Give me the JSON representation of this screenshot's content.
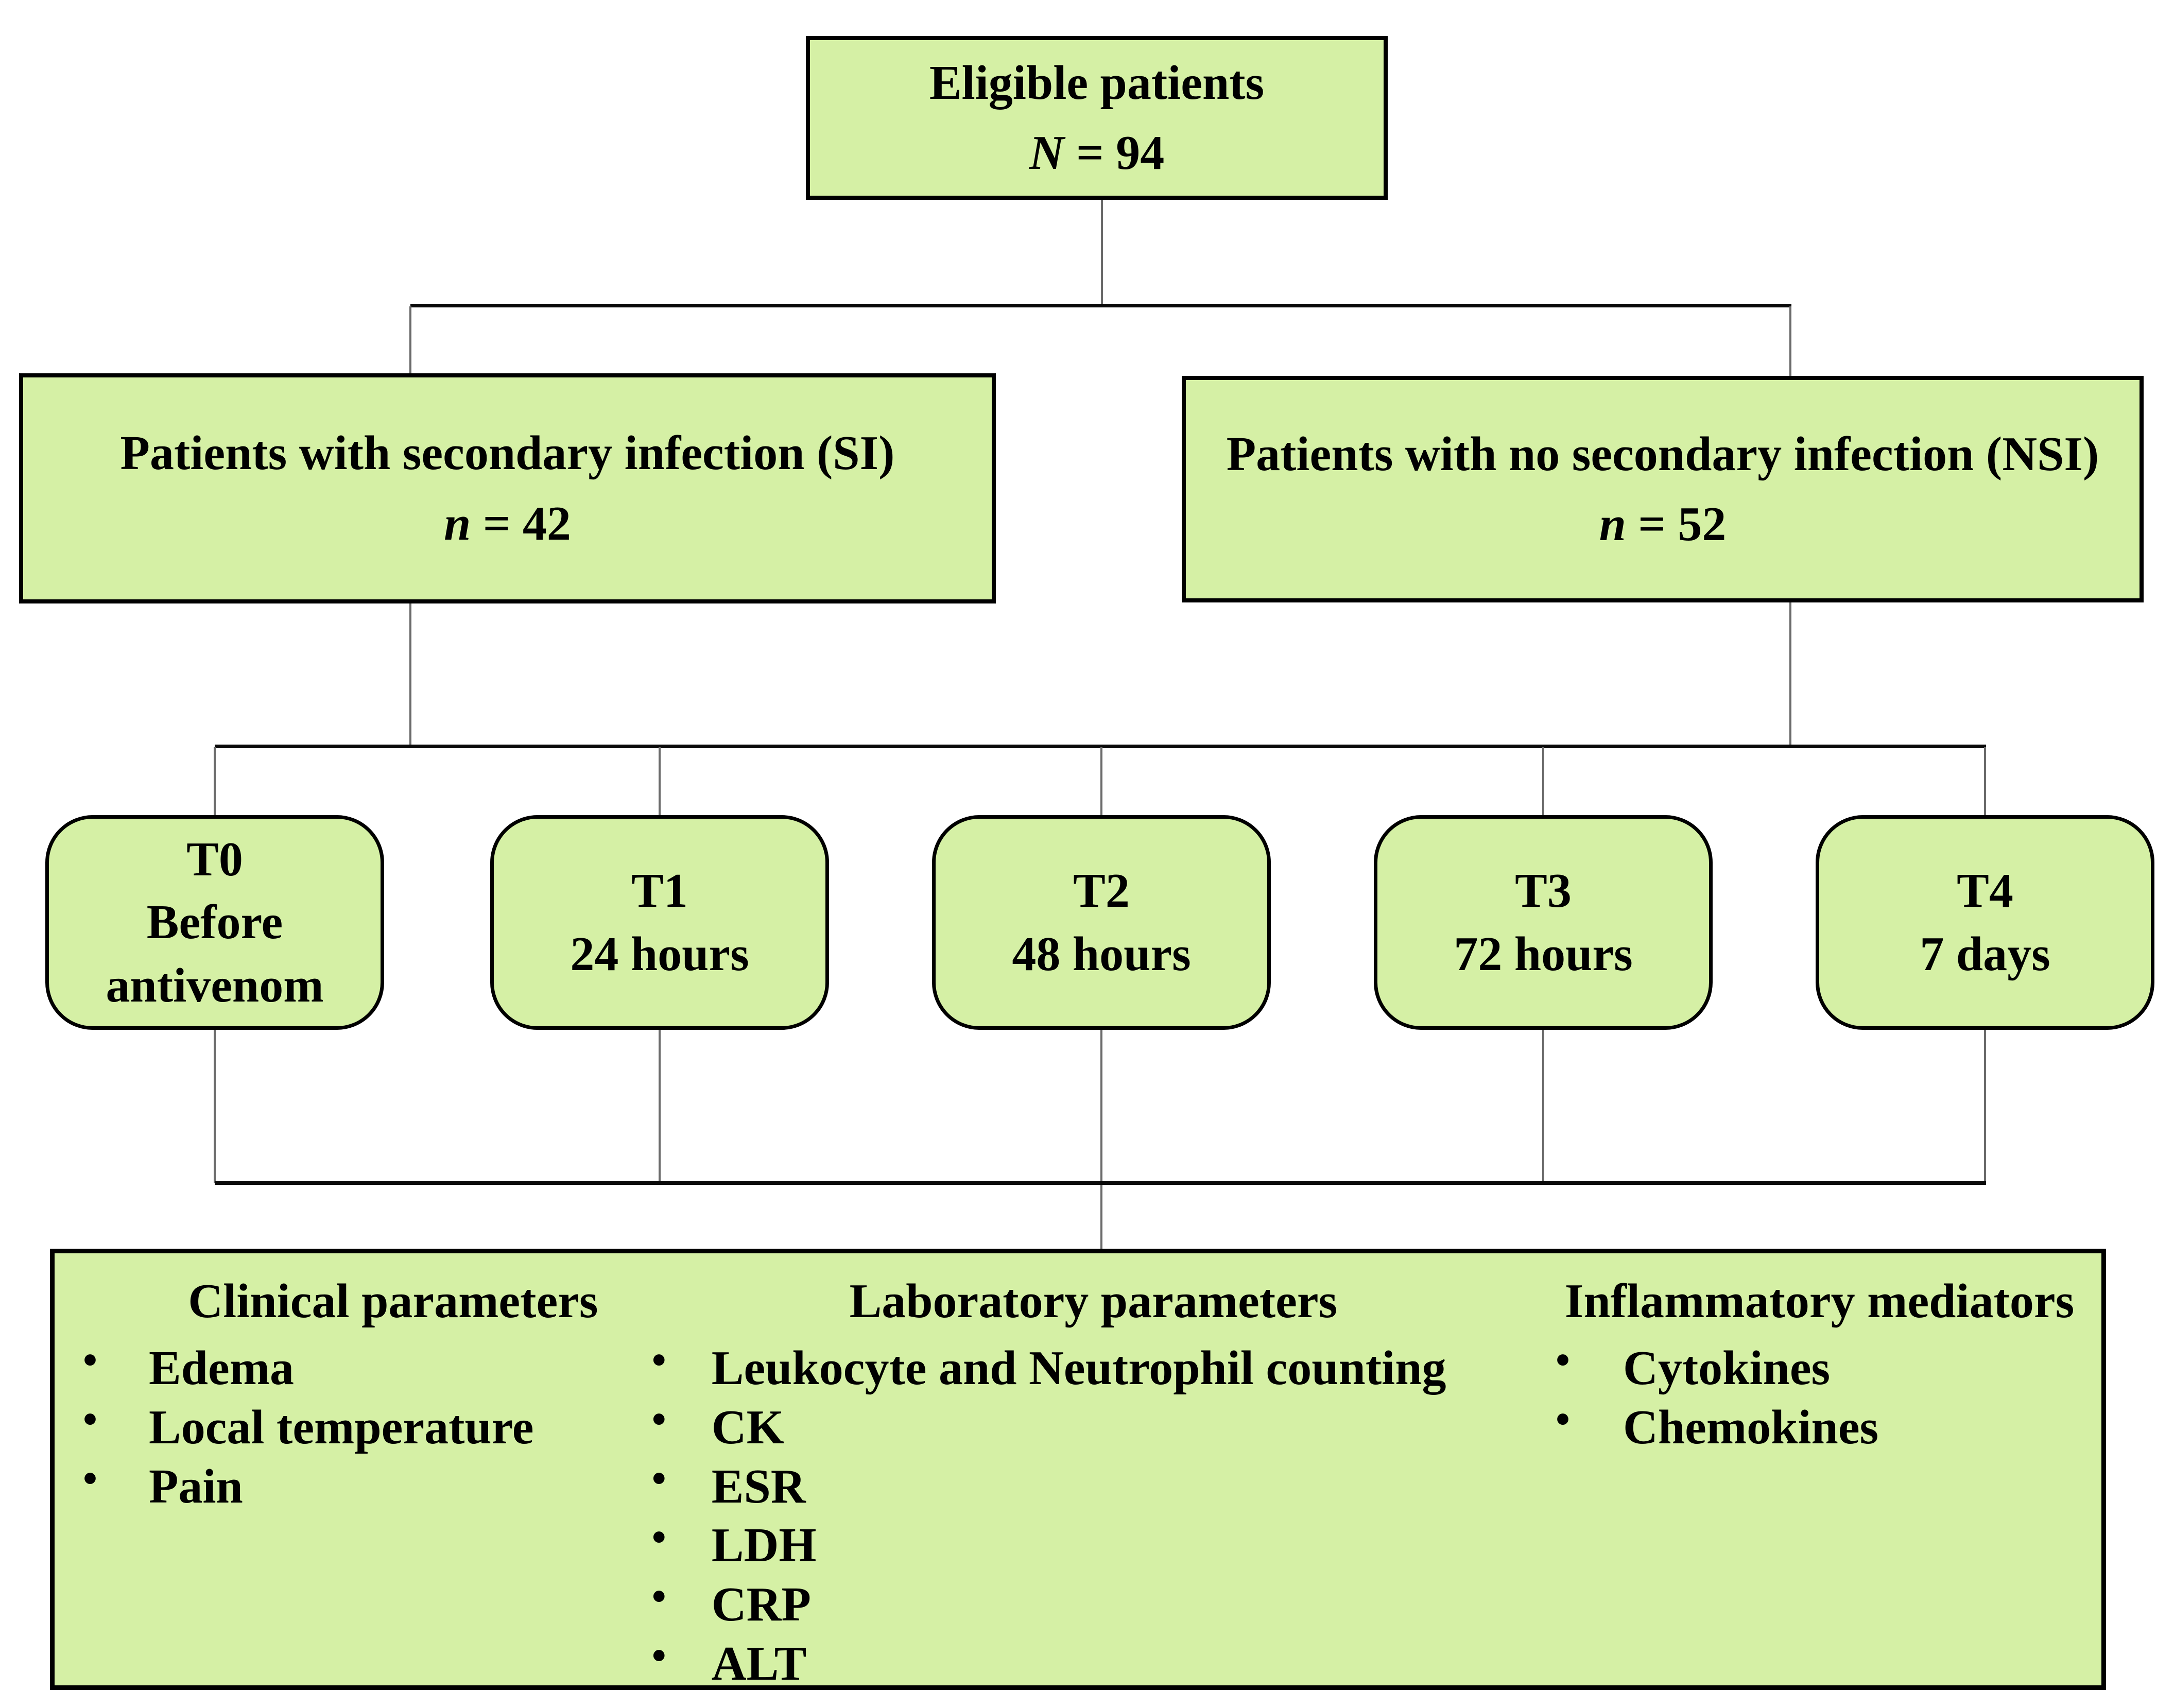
{
  "diagram": {
    "colors": {
      "box_fill": "#d5f0a5",
      "box_border": "#000000",
      "stem_line": "#6b6b6b",
      "rail_line": "#0a0a0a",
      "background": "#ffffff"
    },
    "top_box": {
      "title": "Eligible patients",
      "n_symbol": "N",
      "n_rest": " = 94"
    },
    "si_box": {
      "title": "Patients with secondary infection (SI)",
      "n_symbol": "n",
      "n_rest": " = 42"
    },
    "nsi_box": {
      "title": "Patients with no secondary infection (NSI)",
      "n_symbol": "n",
      "n_rest": " = 52"
    },
    "timepoints": [
      {
        "lines": [
          "T0",
          "Before",
          "antivenom"
        ]
      },
      {
        "lines": [
          "T1",
          "24 hours"
        ]
      },
      {
        "lines": [
          "T2",
          "48 hours"
        ]
      },
      {
        "lines": [
          "T3",
          "72 hours"
        ]
      },
      {
        "lines": [
          "T4",
          "7 days"
        ]
      }
    ],
    "bullet_glyph": "•",
    "parameters_box": {
      "columns": [
        {
          "heading": "Clinical parameters",
          "items": [
            "Edema",
            "Local temperature",
            "Pain"
          ]
        },
        {
          "heading": "Laboratory parameters",
          "items": [
            "Leukocyte and Neutrophil counting",
            "CK",
            "ESR",
            "LDH",
            "CRP",
            "ALT"
          ]
        },
        {
          "heading": "Inflammatory mediators",
          "items": [
            "Cytokines",
            "Chemokines"
          ]
        }
      ]
    }
  }
}
